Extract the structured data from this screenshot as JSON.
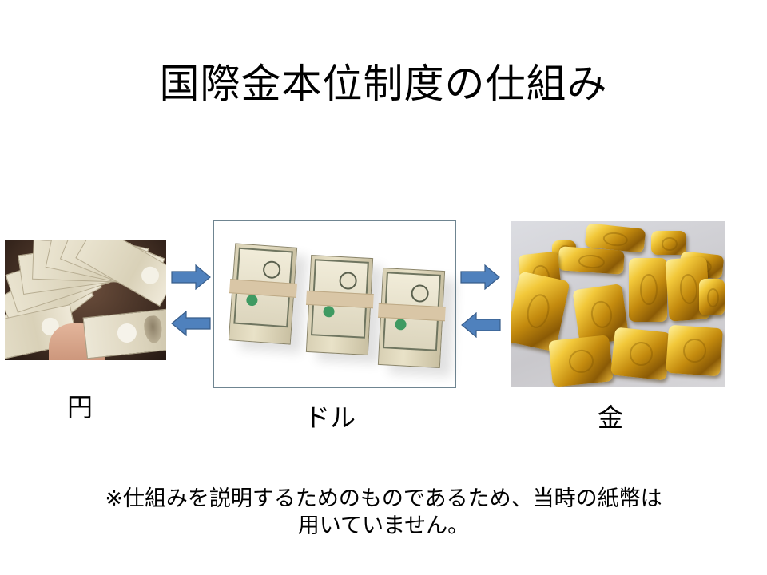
{
  "slide": {
    "title": "国際金本位制度の仕組み",
    "items": [
      {
        "id": "yen",
        "label": "円",
        "image": "japanese-yen-banknotes-photo"
      },
      {
        "id": "dollar",
        "label": "ドル",
        "image": "us-dollar-bill-stacks-photo"
      },
      {
        "id": "gold",
        "label": "金",
        "image": "gold-bars-photo"
      }
    ],
    "arrows": [
      {
        "between": "yen-dollar",
        "direction": "right"
      },
      {
        "between": "yen-dollar",
        "direction": "left"
      },
      {
        "between": "dollar-gold",
        "direction": "right"
      },
      {
        "between": "dollar-gold",
        "direction": "left"
      }
    ],
    "footnote": {
      "line1": "※仕組みを説明するためのものであるため、当時の紙幣は",
      "line2": "用いていません。"
    },
    "colors": {
      "arrow_fill": "#4F81BD",
      "arrow_stroke": "#385D8A",
      "frame_border": "#6F8591",
      "text": "#000000",
      "background": "#FFFFFF"
    }
  }
}
